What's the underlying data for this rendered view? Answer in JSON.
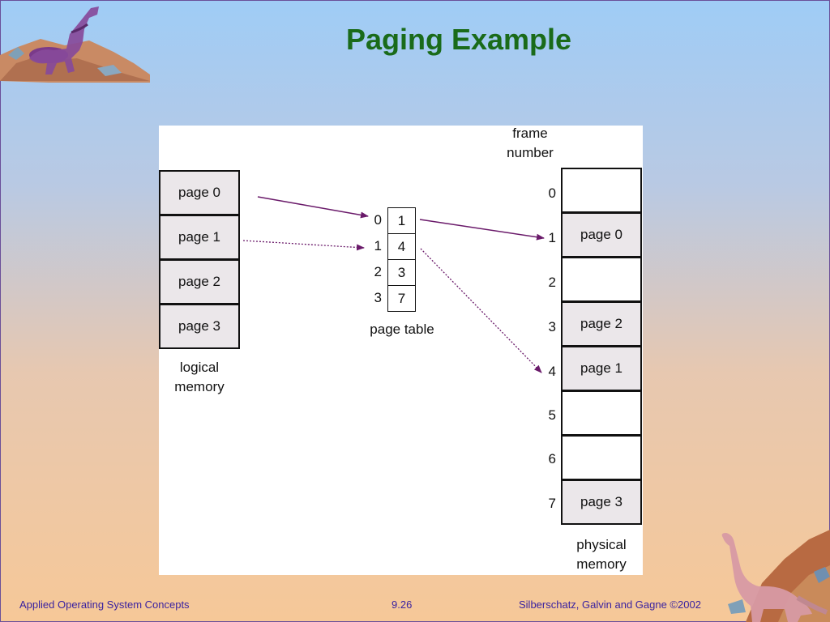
{
  "slide": {
    "title": "Paging Example",
    "footer_left": "Applied Operating System Concepts",
    "footer_center": "9.26",
    "footer_right": "Silberschatz, Galvin and  Gagne ©2002"
  },
  "logical_memory": {
    "label_line1": "logical",
    "label_line2": "memory",
    "pages": [
      "page 0",
      "page 1",
      "page 2",
      "page 3"
    ]
  },
  "page_table": {
    "label": "page table",
    "indices": [
      "0",
      "1",
      "2",
      "3"
    ],
    "frames": [
      "1",
      "4",
      "3",
      "7"
    ]
  },
  "physical_memory": {
    "label_line1": "physical",
    "label_line2": "memory",
    "header_line1": "frame",
    "header_line2": "number",
    "frame_numbers": [
      "0",
      "1",
      "2",
      "3",
      "4",
      "5",
      "6",
      "7"
    ],
    "contents": [
      "",
      "page 0",
      "",
      "page 2",
      "page 1",
      "",
      "",
      "page 3"
    ]
  },
  "colors": {
    "title": "#1a6b1a",
    "arrow": "#6a1a6a",
    "footer_text": "#3a22a0"
  },
  "icons": {
    "top_left": "t-rex-dinosaur-on-rocks-icon",
    "bottom_right": "brontosaurus-dinosaur-on-rocks-icon"
  }
}
